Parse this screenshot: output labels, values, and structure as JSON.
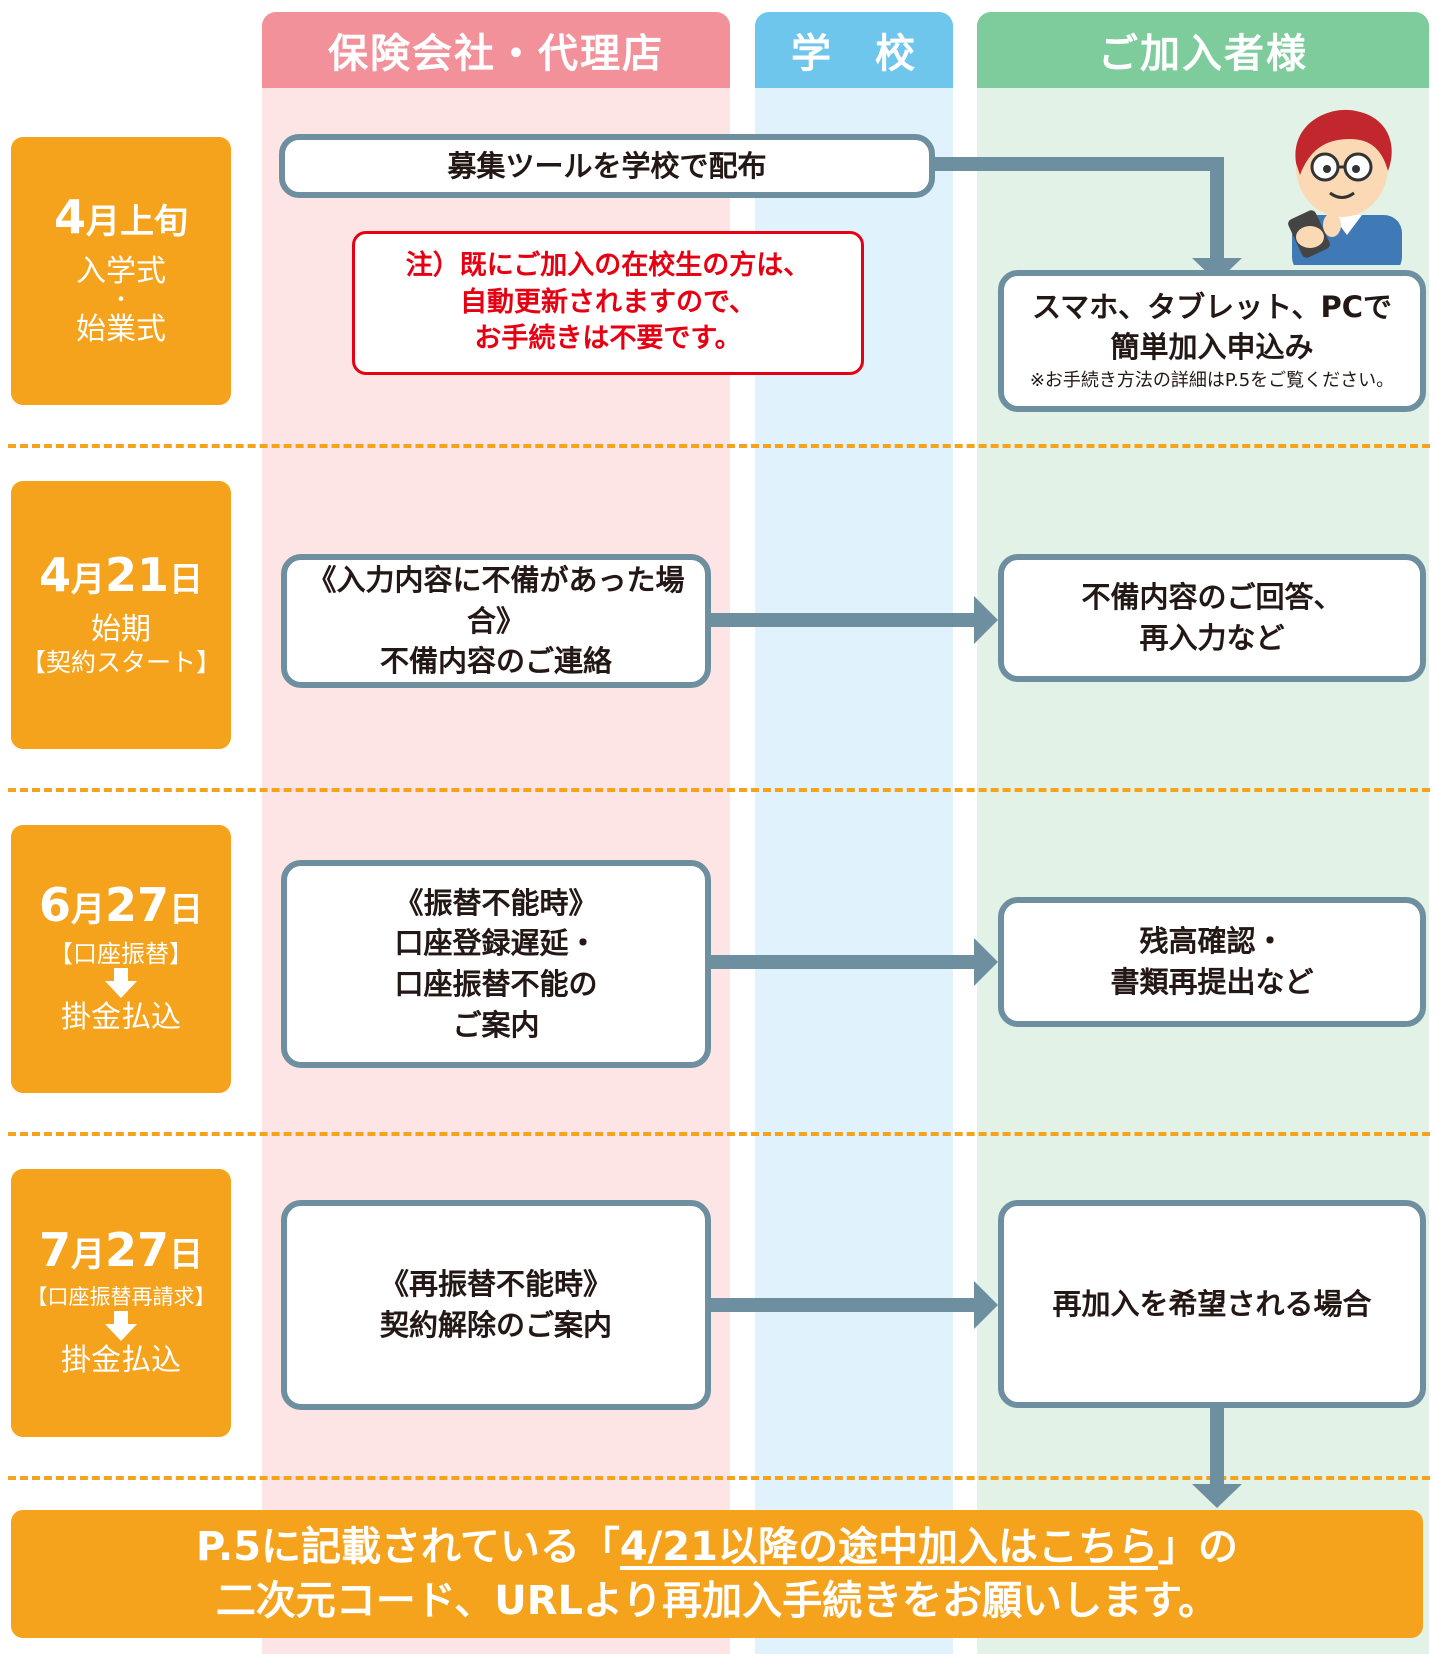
{
  "columns": {
    "insurer": "保険会社・代理店",
    "school": "学　校",
    "member": "ご加入者様"
  },
  "colors": {
    "insurer_head": "#f29199",
    "insurer_bg": "#fde4e5",
    "school_head": "#6ec6ec",
    "school_bg": "#e0f2fb",
    "member_head": "#7ecb9c",
    "member_bg": "#e2f2e6",
    "accent_orange": "#f5a31c",
    "box_border": "#6e8fa0",
    "note_red": "#e60012"
  },
  "rows": [
    {
      "date_num": "4",
      "date_unit": "月上旬",
      "sub1": "入学式",
      "dot": "・",
      "sub2": "始業式"
    },
    {
      "date_num": "4",
      "date_unit_m": "月",
      "date_day": "21",
      "date_unit_d": "日",
      "sub1": "始期",
      "sub2": "【契約スタート】"
    },
    {
      "date_num": "6",
      "date_unit_m": "月",
      "date_day": "27",
      "date_unit_d": "日",
      "sub1": "【口座振替】",
      "sub2": "掛金払込"
    },
    {
      "date_num": "7",
      "date_unit_m": "月",
      "date_day": "27",
      "date_unit_d": "日",
      "sub1": "【口座振替再請求】",
      "sub2": "掛金払込"
    }
  ],
  "boxes": {
    "distribute": "募集ツールを学校で配布",
    "note": [
      "注）既にご加入の在校生の方は、",
      "自動更新されますので、",
      "お手続きは不要です。"
    ],
    "apply_line1": "スマホ、タブレット、PCで",
    "apply_line2": "簡単加入申込み",
    "apply_note": "※お手続き方法の詳細はP.5をご覧ください。",
    "deficiency_insurer_1": "《入力内容に不備があった場合》",
    "deficiency_insurer_2": "不備内容のご連絡",
    "deficiency_member_1": "不備内容のご回答、",
    "deficiency_member_2": "再入力など",
    "transfer_insurer": [
      "《振替不能時》",
      "口座登録遅延・",
      "口座振替不能の",
      "ご案内"
    ],
    "transfer_member_1": "残高確認・",
    "transfer_member_2": "書類再提出など",
    "retransfer_insurer_1": "《再振替不能時》",
    "retransfer_insurer_2": "契約解除のご案内",
    "rejoin_member": "再加入を希望される場合"
  },
  "banner": {
    "line1_a": "P.5に記載されている「",
    "line1_link": "4/21以降の途中加入はこちら",
    "line1_b": "」の",
    "line2": "二次元コード、URLより再加入手続きをお願いします。"
  }
}
